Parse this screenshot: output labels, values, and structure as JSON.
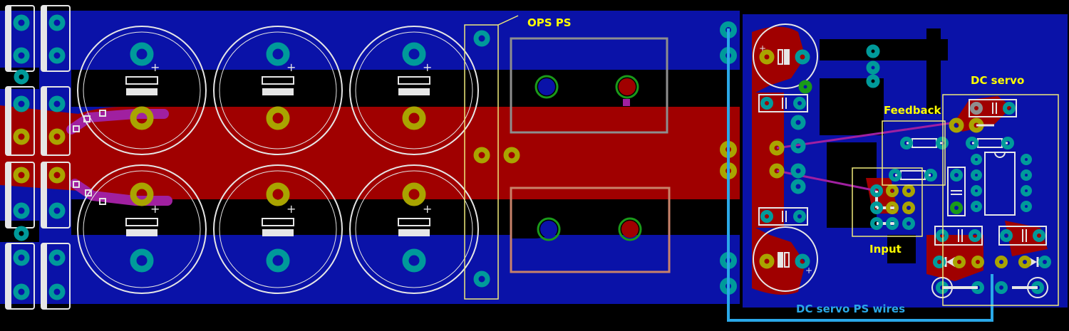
{
  "labels": {
    "ops_ps": "OPS PS",
    "dc_servo": "DC servo",
    "feedback": "Feedback",
    "input": "Input",
    "dc_servo_ps_wires": "DC servo PS wires"
  },
  "colors": {
    "background": "#000000",
    "blue_copper": "#0a12a8",
    "red_copper": "#a00000",
    "pad_yellow": "#a9a400",
    "pad_teal": "#009a9a",
    "silkscreen": "#e6e6e6",
    "annotation_yellow": "#ffff00",
    "annotation_blue": "#2aa8e8",
    "annotation_box": "#f0ea7a",
    "magenta_trace": "#a020a0"
  },
  "icons": [
    "bulk-capacitor-icon",
    "screw-terminal-icon",
    "tht-pad-icon",
    "resistor-icon",
    "film-capacitor-icon",
    "diode-icon",
    "ic-socket-icon"
  ]
}
